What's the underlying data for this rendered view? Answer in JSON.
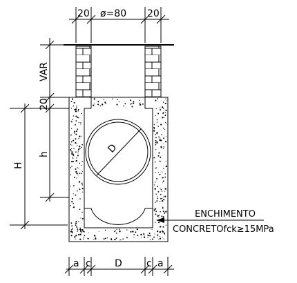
{
  "dimensions": {
    "top_left_wall": "20",
    "pipe_diameter": "ø=80",
    "top_right_wall": "20",
    "var_height": "VAR",
    "slab_thickness": "20",
    "total_height": "H",
    "inner_height": "h",
    "pipe_label": "D",
    "bottom_a_left": "a",
    "bottom_c_left": "c",
    "bottom_d": "D",
    "bottom_c_right": "c",
    "bottom_a_right": "a"
  },
  "notes": {
    "fill_label": "ENCHIMENTO",
    "concrete_spec": "CONCRETOfck≥15MPa"
  }
}
